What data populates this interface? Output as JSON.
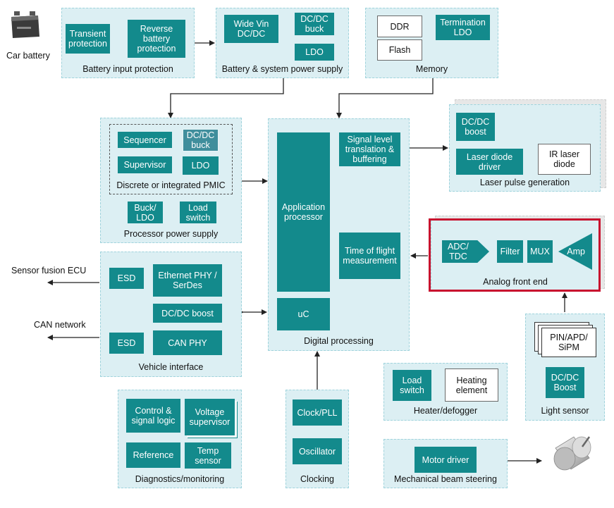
{
  "colors": {
    "block": "#138a8c",
    "group_bg": "#dceff3",
    "group_border": "#9fd3dc",
    "highlight": "#c8102e",
    "arrow": "#222222"
  },
  "external": {
    "car_battery": "Car battery",
    "sensor_fusion_ecu": "Sensor fusion ECU",
    "can_network": "CAN network",
    "battery_icon": "car-battery-icon",
    "motor_icon": "motor-icon"
  },
  "battery_input": {
    "title": "Battery input protection",
    "transient": "Transient\nprotection",
    "reverse": "Reverse\nbattery\nprotection"
  },
  "system_supply": {
    "title": "Battery & system power supply",
    "wide_vin": "Wide Vin\nDC/DC",
    "buck": "DC/DC\nbuck",
    "ldo": "LDO"
  },
  "memory": {
    "title": "Memory",
    "ddr": "DDR",
    "flash": "Flash",
    "termination": "Termination\nLDO"
  },
  "processor_power": {
    "title": "Processor power supply",
    "pmic_label": "Discrete or integrated PMIC",
    "sequencer": "Sequencer",
    "dcdc_buck": "DC/DC\nbuck",
    "supervisor": "Supervisor",
    "ldo": "LDO",
    "buck_ldo": "Buck/\nLDO",
    "load_switch": "Load\nswitch"
  },
  "digital": {
    "title": "Digital processing",
    "app_processor": "Application\nprocessor",
    "signal_level": "Signal level\ntranslation &\nbuffering",
    "tof": "Time of flight\nmeasurement",
    "uc": "uC"
  },
  "laser": {
    "title": "Laser pulse generation",
    "boost": "DC/DC\nboost",
    "driver": "Laser diode\ndriver",
    "ir": "IR laser\ndiode"
  },
  "afe": {
    "title": "Analog front end",
    "adc": "ADC/\nTDC",
    "filter": "Filter",
    "mux": "MUX",
    "amp": "Amp"
  },
  "vehicle": {
    "title": "Vehicle interface",
    "esd1": "ESD",
    "ethernet": "Ethernet PHY /\nSerDes",
    "boost": "DC/DC boost",
    "esd2": "ESD",
    "can_phy": "CAN PHY"
  },
  "diagnostics": {
    "title": "Diagnostics/monitoring",
    "control": "Control &\nsignal logic",
    "voltage": "Voltage\nsupervisor",
    "reference": "Reference",
    "temp": "Temp\nsensor"
  },
  "clocking": {
    "title": "Clocking",
    "pll": "Clock/PLL",
    "osc": "Oscillator"
  },
  "heater": {
    "title": "Heater/defogger",
    "load_switch": "Load\nswitch",
    "element": "Heating\nelement"
  },
  "light": {
    "title": "Light sensor",
    "pin": "PIN/APD/\nSiPM",
    "boost": "DC/DC\nBoost"
  },
  "beam": {
    "title": "Mechanical beam steering",
    "motor_driver": "Motor driver"
  }
}
